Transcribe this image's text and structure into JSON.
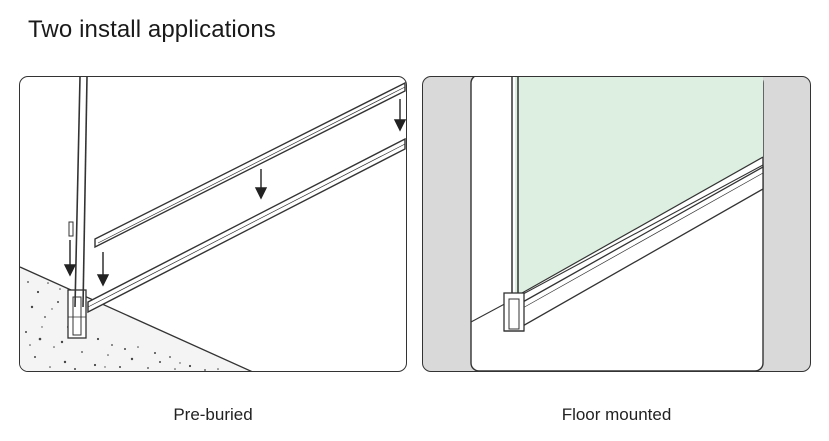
{
  "header": {
    "title": "Two install applications"
  },
  "panels": [
    {
      "caption": "Pre-buried"
    },
    {
      "caption": "Floor mounted"
    }
  ],
  "colors": {
    "glass": "#dcefe0",
    "side_wall": "#d9d9d9",
    "stroke": "#333333"
  }
}
